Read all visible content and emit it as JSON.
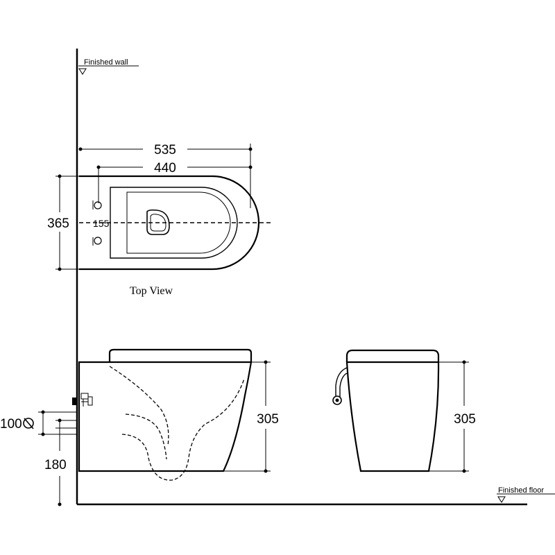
{
  "labels": {
    "finished_wall": "Finished wall",
    "finished_floor": "Finished floor",
    "top_view": "Top View"
  },
  "dimensions": {
    "overall_length": "535",
    "seat_length": "440",
    "width": "365",
    "hole_spacing": "155",
    "side_height": "305",
    "front_height": "305",
    "inlet": "100",
    "mount_height": "180"
  }
}
